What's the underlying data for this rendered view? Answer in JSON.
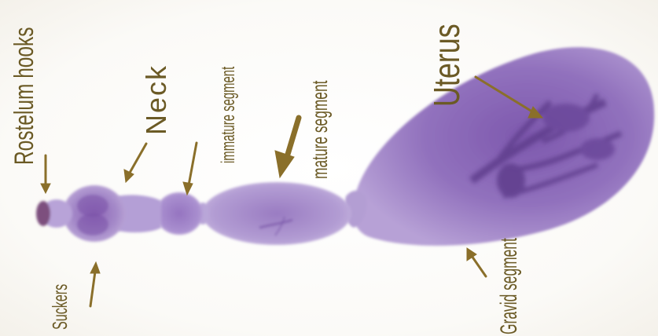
{
  "labels": {
    "rostellum_hooks": "Rostelum hooks",
    "neck": "Neck",
    "immature_segment": "immature segment",
    "mature_segment": "mature segment",
    "uterus": "Uterus",
    "suckers": "Suckers",
    "gravid_segment": "Gravid segment"
  },
  "colors": {
    "label_text": "#6b5a25",
    "arrow": "#8a6f2a",
    "body_light": "#b9a0d2",
    "body_mid": "#9a7cc0",
    "body_dark": "#6d4a98"
  }
}
